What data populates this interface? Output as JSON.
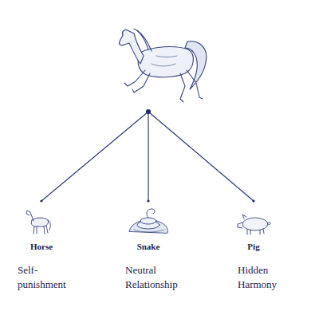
{
  "diagram": {
    "labels": [
      "Horse",
      "Self-punishment",
      "Snake",
      "Neutral Relationship",
      "Pig",
      "Hidden Harmony"
    ]
  }
}
